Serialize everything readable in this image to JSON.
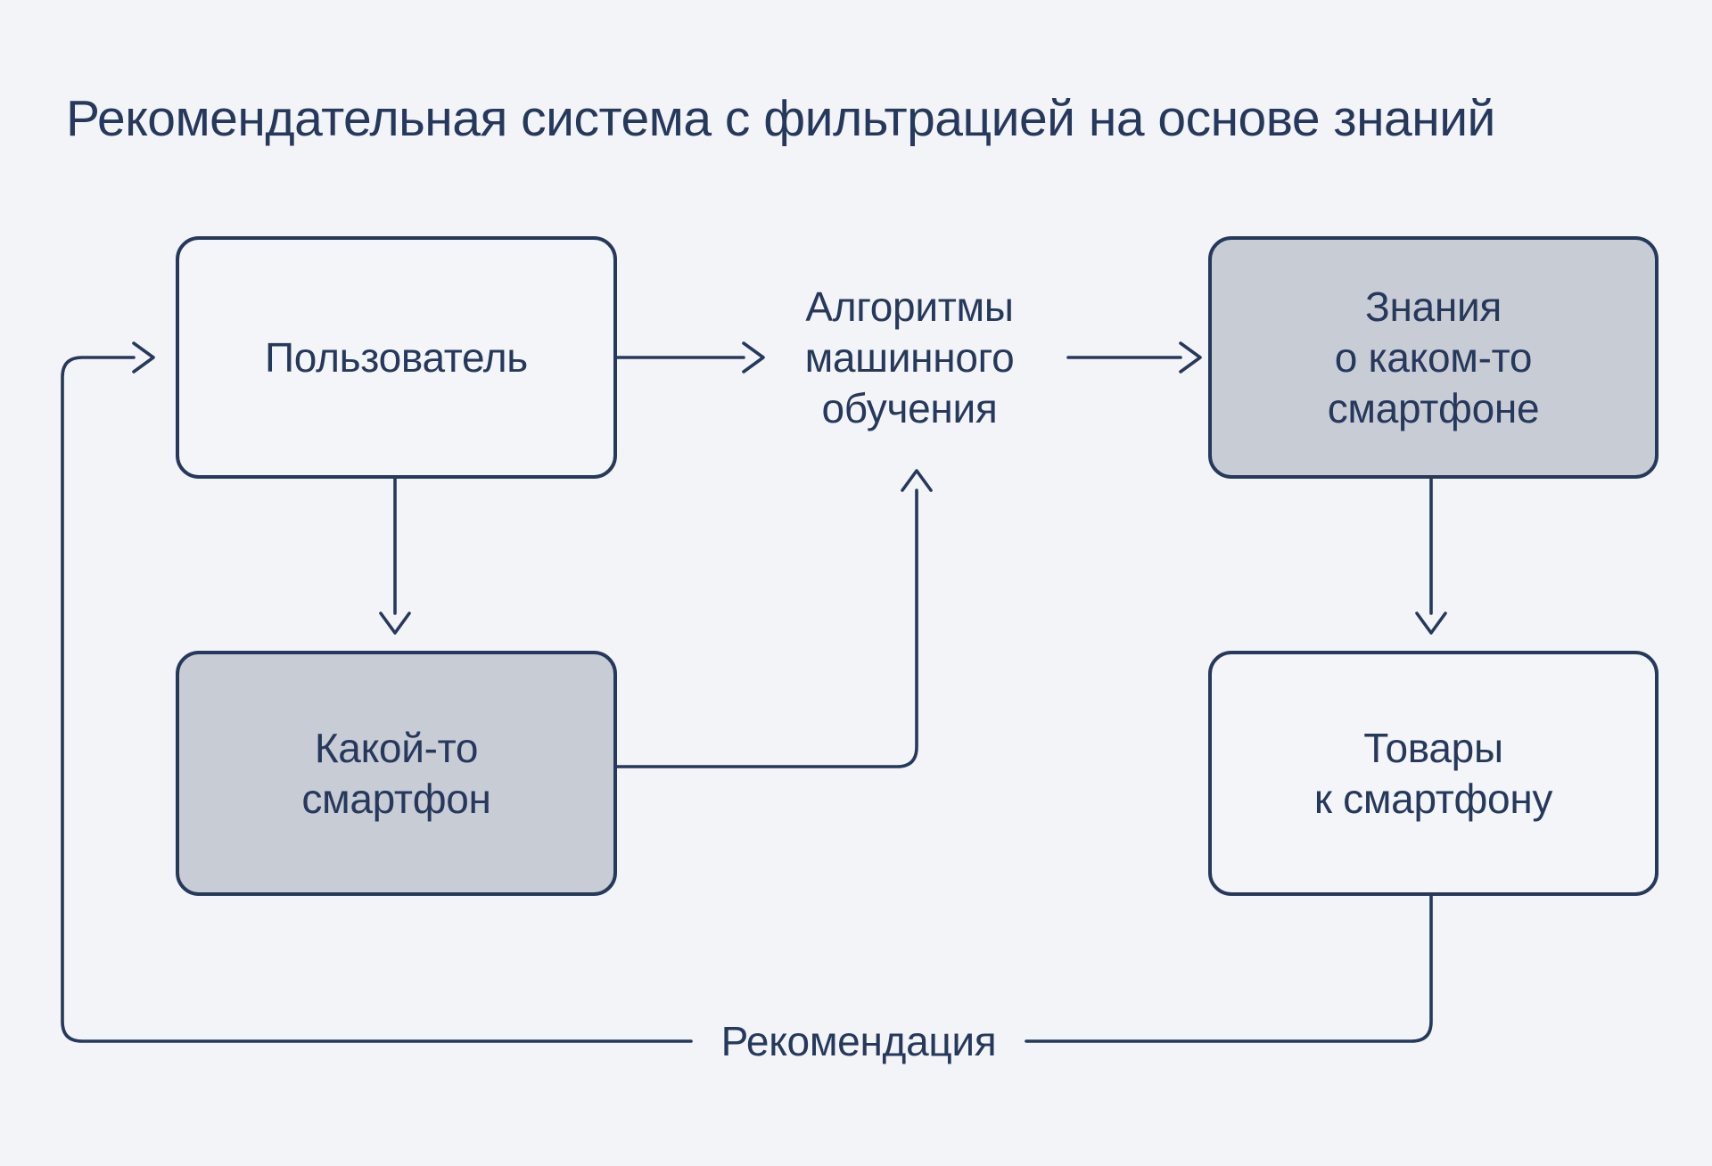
{
  "title": "Рекомендательная система с фильтрацией на основе знаний",
  "colors": {
    "background": "#f2f4f7",
    "line_and_text": "#26395c",
    "gray_node_fill": "#c8ccd5",
    "light_node_fill": "#f3f5f8"
  },
  "nodes": {
    "user": {
      "label": "Пользователь",
      "variant": "light"
    },
    "ml_algorithms": {
      "label": "Алгоритмы\nмашинного\nобучения",
      "variant": "text-only"
    },
    "knowledge": {
      "label": "Знания\nо каком-то\nсмартфоне",
      "variant": "gray"
    },
    "some_smartphone": {
      "label": "Какой-то\nсмартфон",
      "variant": "gray"
    },
    "products": {
      "label": "Товары\nк смартфону",
      "variant": "light"
    }
  },
  "edges": {
    "recommendation_label": "Рекомендация"
  }
}
